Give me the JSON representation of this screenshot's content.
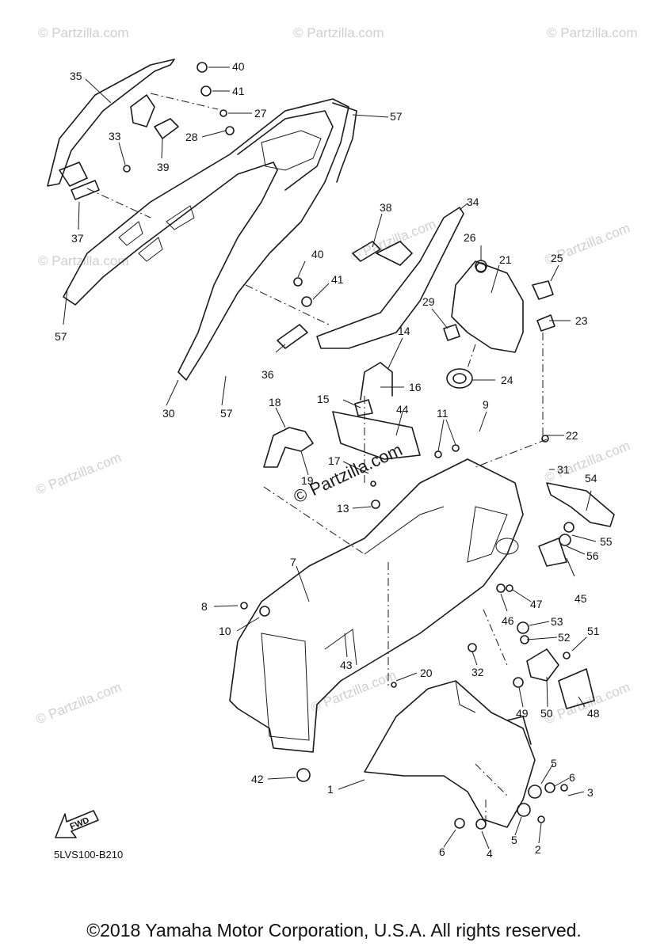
{
  "diagram": {
    "code": "5LVS100-B210",
    "fwd_label": "FWD",
    "copyright": "©2018 Yamaha Motor Corporation, U.S.A. All rights reserved.",
    "watermark": "© Partzilla.com",
    "callouts": [
      {
        "id": "35",
        "label": "35"
      },
      {
        "id": "40a",
        "label": "40"
      },
      {
        "id": "41a",
        "label": "41"
      },
      {
        "id": "27",
        "label": "27"
      },
      {
        "id": "57a",
        "label": "57"
      },
      {
        "id": "28",
        "label": "28"
      },
      {
        "id": "33",
        "label": "33"
      },
      {
        "id": "39",
        "label": "39"
      },
      {
        "id": "38",
        "label": "38"
      },
      {
        "id": "34",
        "label": "34"
      },
      {
        "id": "37",
        "label": "37"
      },
      {
        "id": "40b",
        "label": "40"
      },
      {
        "id": "26",
        "label": "26"
      },
      {
        "id": "21",
        "label": "21"
      },
      {
        "id": "25",
        "label": "25"
      },
      {
        "id": "41b",
        "label": "41"
      },
      {
        "id": "29",
        "label": "29"
      },
      {
        "id": "23",
        "label": "23"
      },
      {
        "id": "57b",
        "label": "57"
      },
      {
        "id": "14",
        "label": "14"
      },
      {
        "id": "36",
        "label": "36"
      },
      {
        "id": "24",
        "label": "24"
      },
      {
        "id": "30",
        "label": "30"
      },
      {
        "id": "57c",
        "label": "57"
      },
      {
        "id": "16",
        "label": "16"
      },
      {
        "id": "15",
        "label": "15"
      },
      {
        "id": "18",
        "label": "18"
      },
      {
        "id": "44",
        "label": "44"
      },
      {
        "id": "11",
        "label": "11"
      },
      {
        "id": "9",
        "label": "9"
      },
      {
        "id": "22",
        "label": "22"
      },
      {
        "id": "17",
        "label": "17"
      },
      {
        "id": "31",
        "label": "31"
      },
      {
        "id": "19",
        "label": "19"
      },
      {
        "id": "54",
        "label": "54"
      },
      {
        "id": "13",
        "label": "13"
      },
      {
        "id": "55",
        "label": "55"
      },
      {
        "id": "56",
        "label": "56"
      },
      {
        "id": "7",
        "label": "7"
      },
      {
        "id": "45",
        "label": "45"
      },
      {
        "id": "47",
        "label": "47"
      },
      {
        "id": "8",
        "label": "8"
      },
      {
        "id": "46",
        "label": "46"
      },
      {
        "id": "53",
        "label": "53"
      },
      {
        "id": "10",
        "label": "10"
      },
      {
        "id": "52",
        "label": "52"
      },
      {
        "id": "51",
        "label": "51"
      },
      {
        "id": "43",
        "label": "43"
      },
      {
        "id": "32",
        "label": "32"
      },
      {
        "id": "20",
        "label": "20"
      },
      {
        "id": "49",
        "label": "49"
      },
      {
        "id": "50",
        "label": "50"
      },
      {
        "id": "48",
        "label": "48"
      },
      {
        "id": "42",
        "label": "42"
      },
      {
        "id": "1",
        "label": "1"
      },
      {
        "id": "5a",
        "label": "5"
      },
      {
        "id": "6a",
        "label": "6"
      },
      {
        "id": "3",
        "label": "3"
      },
      {
        "id": "5b",
        "label": "5"
      },
      {
        "id": "2",
        "label": "2"
      },
      {
        "id": "6b",
        "label": "6"
      },
      {
        "id": "4",
        "label": "4"
      }
    ]
  }
}
